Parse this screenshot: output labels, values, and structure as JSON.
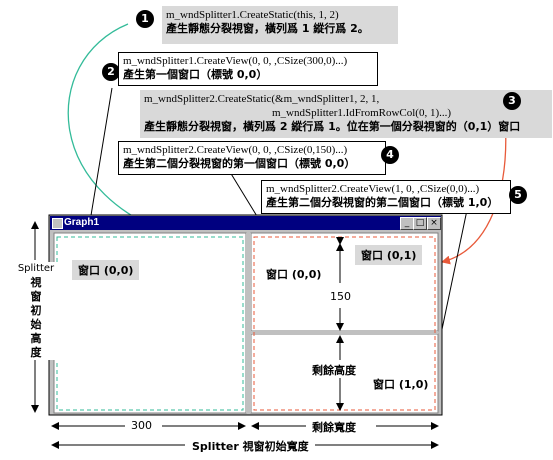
{
  "steps": [
    {
      "num": "1",
      "code": "m_wndSplitter1.CreateStatic(this, 1, 2)",
      "desc": "產生靜態分裂視窗，橫列爲 1 縱行爲 2。"
    },
    {
      "num": "2",
      "code": "m_wndSplitter1.CreateView(0, 0, ,CSize(300,0)...)",
      "desc": "產生第一個窗口（標號 0,0）"
    },
    {
      "num": "3",
      "code1": "m_wndSplitter2.CreateStatic(&m_wndSplitter1, 2, 1,",
      "code2": "m_wndSplitter1.IdFromRowCol(0, 1)...)",
      "desc": "產生靜態分裂視窗，橫列爲 2 縱行爲 1。位在第一個分裂視窗的（0,1）窗口"
    },
    {
      "num": "4",
      "code": "m_wndSplitter2.CreateView(0, 0, ,CSize(0,150)...)",
      "desc": "產生第二個分裂視窗的第一個窗口（標號 0,0）"
    },
    {
      "num": "5",
      "code": "m_wndSplitter2.CreateView(1, 0, ,CSize(0,0)...)",
      "desc": "產生第二個分裂視窗的第二個窗口（標號 1,0）"
    }
  ],
  "window": {
    "title": "Graph1"
  },
  "panes": {
    "left": "窗口 (0,0)",
    "right_top_outer": "窗口 (0,1)",
    "right_top_inner": "窗口 (0,0)",
    "right_bottom": "窗口 (1,0)"
  },
  "dimensions": {
    "height_150": "150",
    "remaining_height": "剩餘高度",
    "width_300": "300",
    "remaining_width": "剩餘寬度",
    "initial_width": "Splitter 視窗初始寬度",
    "initial_height": "Splitter 視窗初始高度"
  },
  "colors": {
    "green": "#33bb99",
    "red": "#e85a3a"
  }
}
